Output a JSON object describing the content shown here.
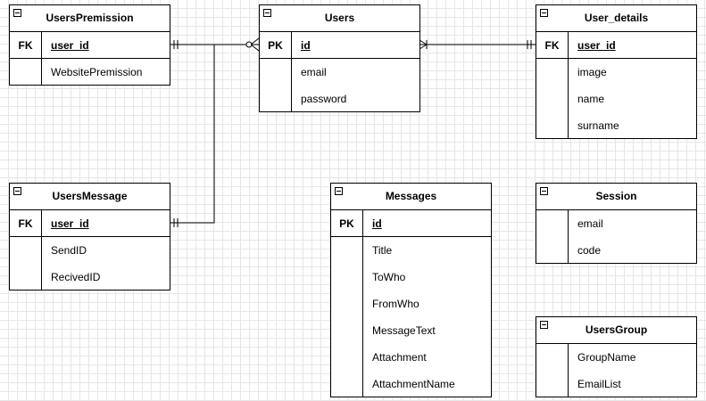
{
  "entities": {
    "users_premission": {
      "title": "UsersPremission",
      "key": "FK",
      "key_field": "user_id",
      "fields": [
        "WebsitePremission"
      ]
    },
    "users": {
      "title": "Users",
      "key": "PK",
      "key_field": "id",
      "fields": [
        "email",
        "password"
      ]
    },
    "user_details": {
      "title": "User_details",
      "key": "FK",
      "key_field": "user_id",
      "fields": [
        "image",
        "name",
        "surname"
      ]
    },
    "users_message": {
      "title": "UsersMessage",
      "key": "FK",
      "key_field": "user_id",
      "fields": [
        "SendID",
        "RecivedID"
      ]
    },
    "messages": {
      "title": "Messages",
      "key": "PK",
      "key_field": "id",
      "fields": [
        "Title",
        "ToWho",
        "FromWho",
        "MessageText",
        "Attachment",
        "AttachmentName"
      ]
    },
    "session": {
      "title": "Session",
      "fields": [
        "email",
        "code"
      ]
    },
    "users_group": {
      "title": "UsersGroup",
      "fields": [
        "GroupName",
        "EmailList"
      ]
    }
  }
}
